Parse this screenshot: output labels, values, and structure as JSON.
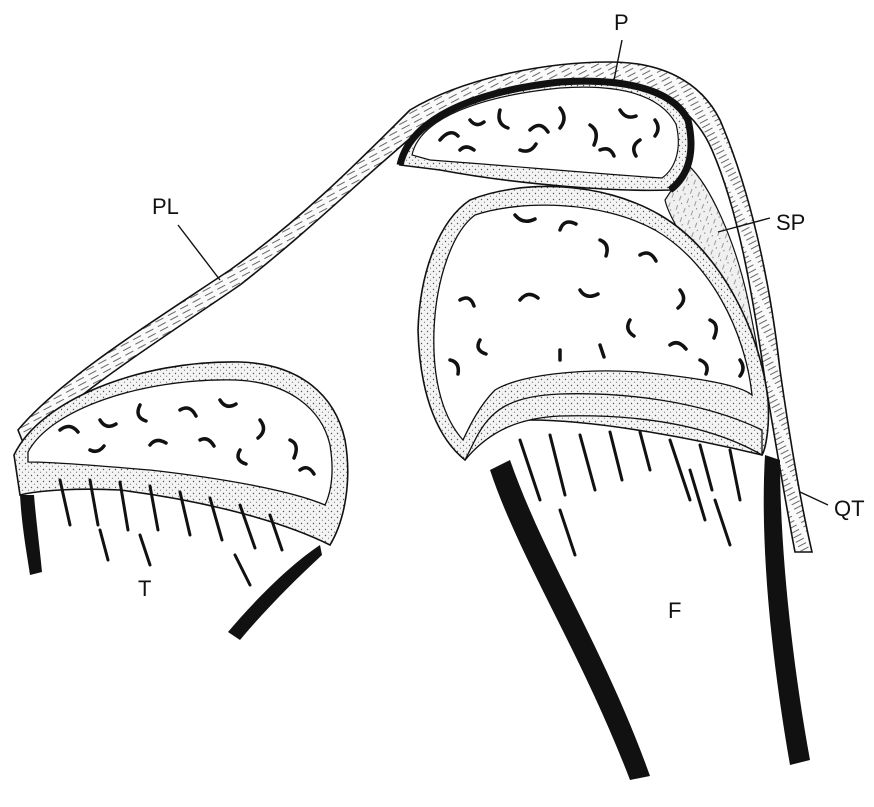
{
  "labels": {
    "patella": "P",
    "patellar_ligament": "PL",
    "suprapatellar": "SP",
    "quadriceps_tendon": "QT",
    "tibia": "T",
    "femur": "F"
  },
  "colors": {
    "ink": "#111111",
    "paper": "#ffffff",
    "stipple": "#f2f2f2"
  }
}
